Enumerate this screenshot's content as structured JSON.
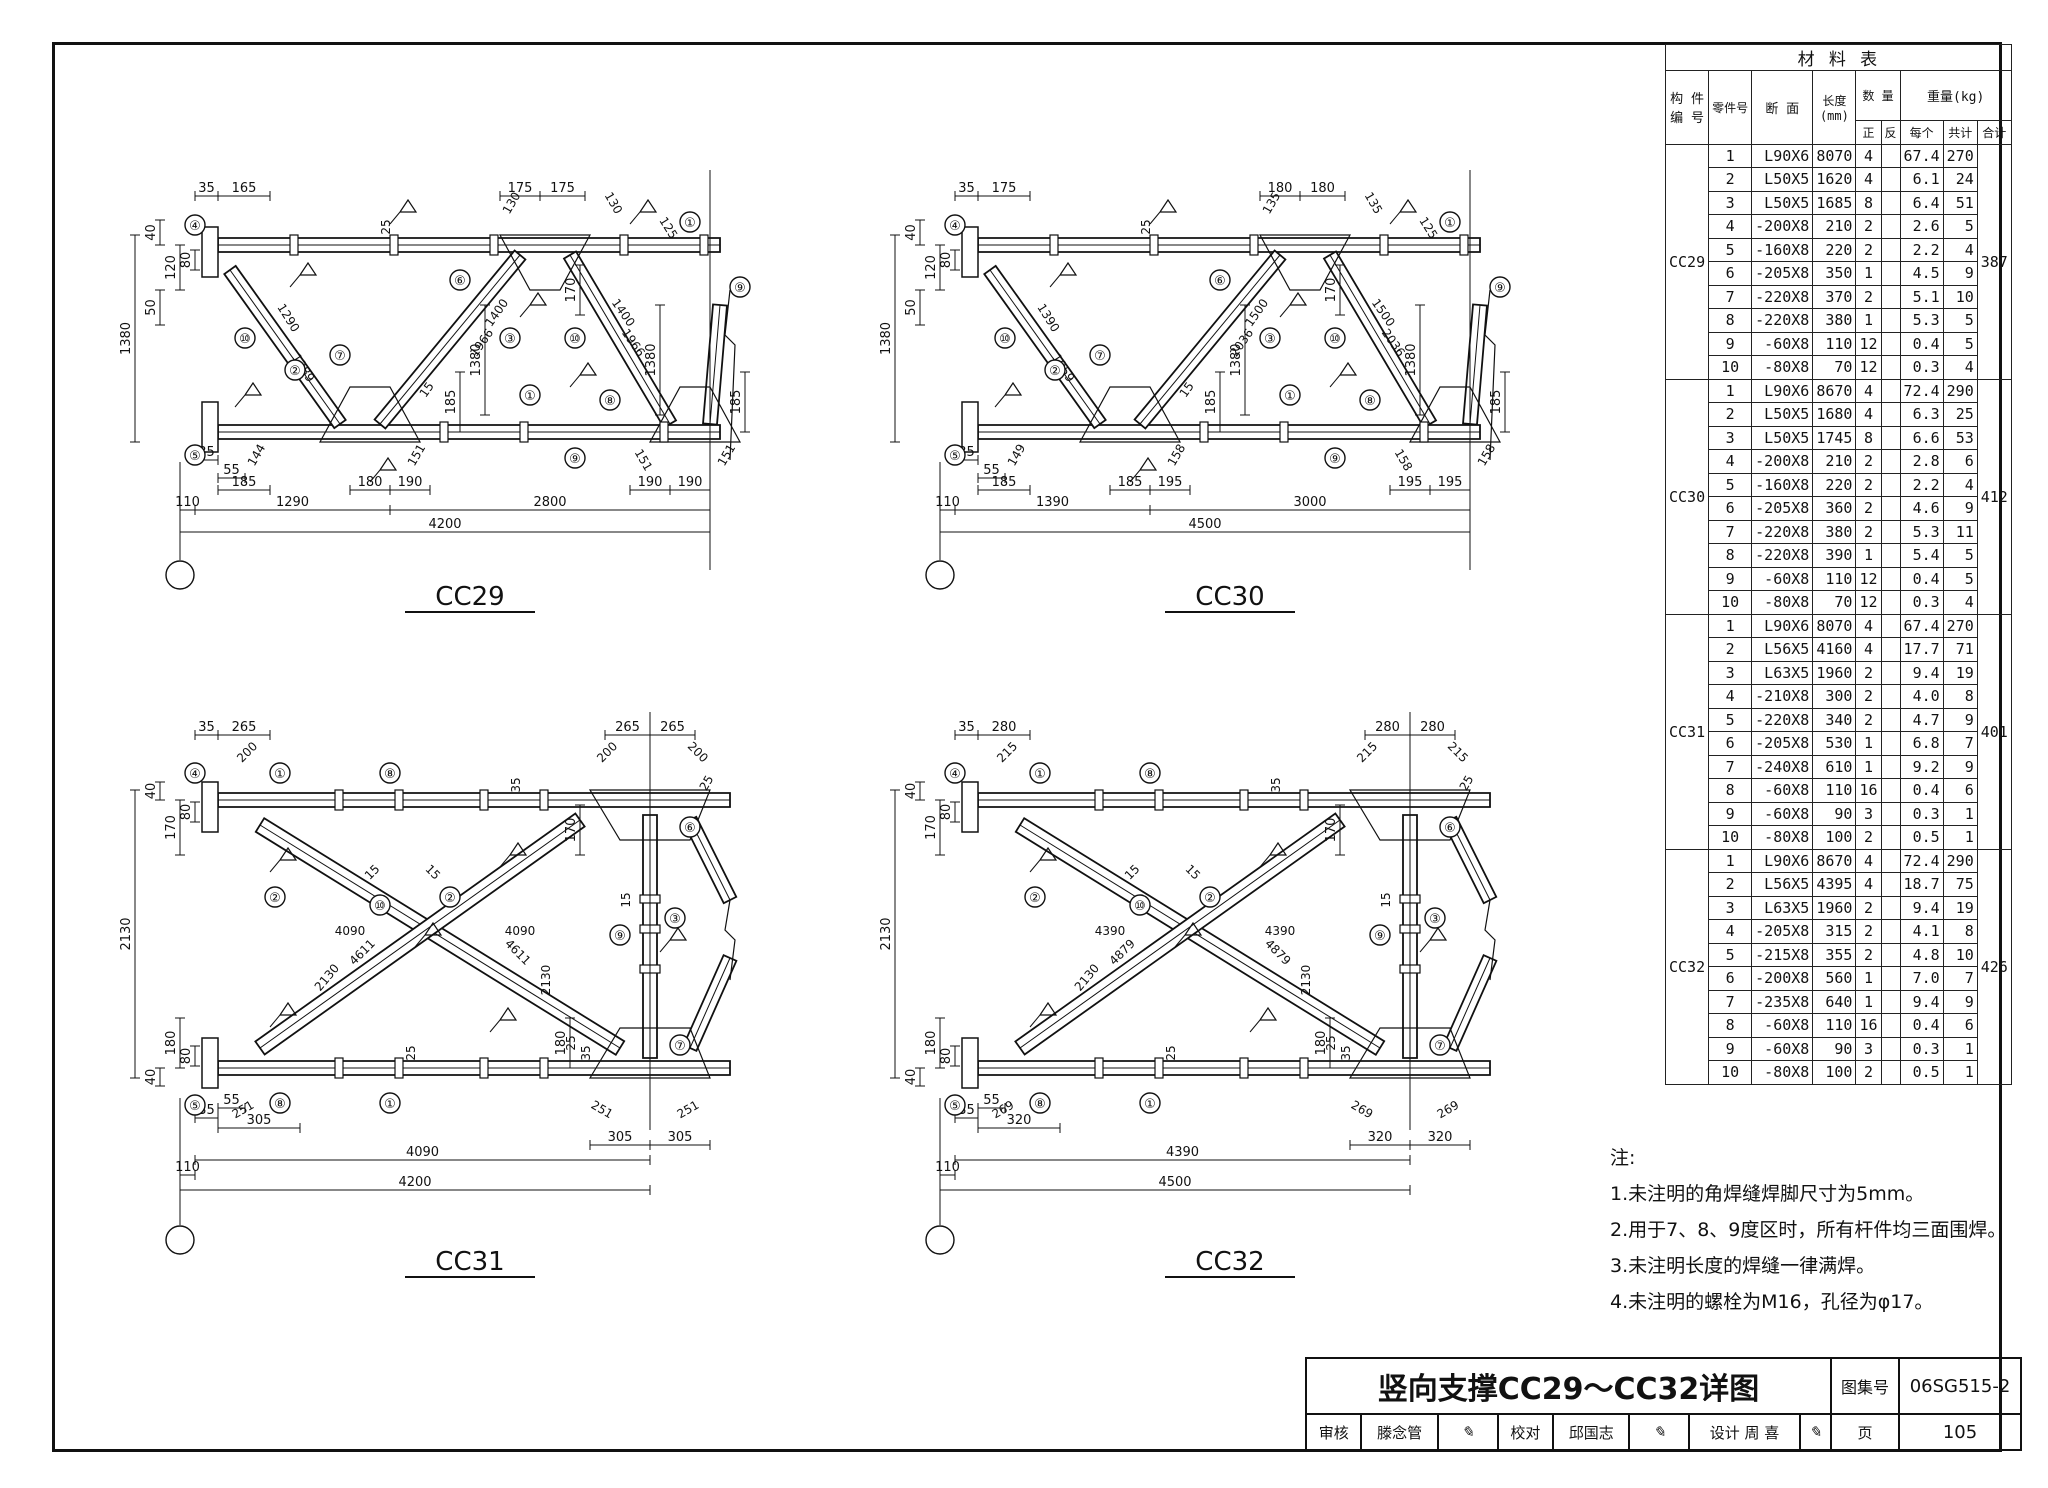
{
  "drawings": [
    {
      "id": "CC29",
      "dims": {
        "a": "35",
        "b": "165",
        "c": "175",
        "d": "175",
        "e": "40",
        "f": "120",
        "g": "50",
        "h": "80",
        "i": "1380",
        "j": "1290",
        "k": "1400",
        "l": "1966",
        "m": "1380",
        "n": "185",
        "o": "55",
        "p": "185",
        "q": "180",
        "r": "190",
        "s": "190",
        "t": "190",
        "u": "110",
        "v": "1290",
        "w": "2800",
        "x": "4200",
        "y": "144",
        "z": "151",
        "aa": "151",
        "bb": "151",
        "cc": "130",
        "dd": "130",
        "ee": "125",
        "ff": "25",
        "gg": "170",
        "hh": "15",
        "ii": "1289"
      }
    },
    {
      "id": "CC30",
      "dims": {
        "a": "35",
        "b": "175",
        "c": "180",
        "d": "180",
        "e": "40",
        "f": "120",
        "g": "50",
        "h": "80",
        "i": "1380",
        "j": "1390",
        "k": "1500",
        "l": "2036",
        "m": "1380",
        "n": "185",
        "o": "55",
        "p": "185",
        "q": "185",
        "r": "195",
        "s": "195",
        "t": "195",
        "u": "110",
        "v": "1390",
        "w": "3000",
        "x": "4500",
        "y": "149",
        "z": "158",
        "aa": "158",
        "bb": "158",
        "cc": "135",
        "dd": "135",
        "ee": "125",
        "ff": "25",
        "gg": "170",
        "hh": "15",
        "ii": "1959"
      }
    },
    {
      "id": "CC31",
      "dims": {
        "a": "35",
        "b": "265",
        "c": "265",
        "d": "265",
        "e": "40",
        "f": "170",
        "g": "80",
        "h": "2130",
        "i": "4090",
        "j": "4611",
        "k": "180",
        "l": "55",
        "m": "305",
        "n": "305",
        "o": "305",
        "p": "110",
        "q": "4090",
        "r": "4200",
        "s": "200",
        "t": "251",
        "u": "15",
        "v": "25",
        "w": "35"
      }
    },
    {
      "id": "CC32",
      "dims": {
        "a": "35",
        "b": "280",
        "c": "280",
        "d": "280",
        "e": "40",
        "f": "170",
        "g": "80",
        "h": "2130",
        "i": "4390",
        "j": "4879",
        "k": "180",
        "l": "55",
        "m": "320",
        "n": "320",
        "o": "320",
        "p": "110",
        "q": "4390",
        "r": "4500",
        "s": "215",
        "t": "269",
        "u": "15",
        "v": "25",
        "w": "35"
      }
    }
  ],
  "labels": {
    "cc29": "CC29",
    "cc30": "CC30",
    "cc31": "CC31",
    "cc32": "CC32"
  },
  "table": {
    "title": "材    料    表",
    "headers": {
      "member": "构 件\n编 号",
      "part": "零件号",
      "section": "断 面",
      "length": "长度",
      "length_unit": "(mm)",
      "qty": "数 量",
      "qty_pos": "正",
      "qty_neg": "反",
      "weight": "重量(kg)",
      "w_each": "每个",
      "w_total": "共计",
      "w_sum": "合计"
    },
    "groups": [
      {
        "member": "CC29",
        "sum": "387",
        "rows": [
          [
            "1",
            "L90X6",
            "8070",
            "4",
            "",
            "67.4",
            "270"
          ],
          [
            "2",
            "L50X5",
            "1620",
            "4",
            "",
            "6.1",
            "24"
          ],
          [
            "3",
            "L50X5",
            "1685",
            "8",
            "",
            "6.4",
            "51"
          ],
          [
            "4",
            "-200X8",
            "210",
            "2",
            "",
            "2.6",
            "5"
          ],
          [
            "5",
            "-160X8",
            "220",
            "2",
            "",
            "2.2",
            "4"
          ],
          [
            "6",
            "-205X8",
            "350",
            "1",
            "",
            "4.5",
            "9"
          ],
          [
            "7",
            "-220X8",
            "370",
            "2",
            "",
            "5.1",
            "10"
          ],
          [
            "8",
            "-220X8",
            "380",
            "1",
            "",
            "5.3",
            "5"
          ],
          [
            "9",
            "-60X8",
            "110",
            "12",
            "",
            "0.4",
            "5"
          ],
          [
            "10",
            "-80X8",
            "70",
            "12",
            "",
            "0.3",
            "4"
          ]
        ]
      },
      {
        "member": "CC30",
        "sum": "412",
        "rows": [
          [
            "1",
            "L90X6",
            "8670",
            "4",
            "",
            "72.4",
            "290"
          ],
          [
            "2",
            "L50X5",
            "1680",
            "4",
            "",
            "6.3",
            "25"
          ],
          [
            "3",
            "L50X5",
            "1745",
            "8",
            "",
            "6.6",
            "53"
          ],
          [
            "4",
            "-200X8",
            "210",
            "2",
            "",
            "2.8",
            "6"
          ],
          [
            "5",
            "-160X8",
            "220",
            "2",
            "",
            "2.2",
            "4"
          ],
          [
            "6",
            "-205X8",
            "360",
            "2",
            "",
            "4.6",
            "9"
          ],
          [
            "7",
            "-220X8",
            "380",
            "2",
            "",
            "5.3",
            "11"
          ],
          [
            "8",
            "-220X8",
            "390",
            "1",
            "",
            "5.4",
            "5"
          ],
          [
            "9",
            "-60X8",
            "110",
            "12",
            "",
            "0.4",
            "5"
          ],
          [
            "10",
            "-80X8",
            "70",
            "12",
            "",
            "0.3",
            "4"
          ]
        ]
      },
      {
        "member": "CC31",
        "sum": "401",
        "rows": [
          [
            "1",
            "L90X6",
            "8070",
            "4",
            "",
            "67.4",
            "270"
          ],
          [
            "2",
            "L56X5",
            "4160",
            "4",
            "",
            "17.7",
            "71"
          ],
          [
            "3",
            "L63X5",
            "1960",
            "2",
            "",
            "9.4",
            "19"
          ],
          [
            "4",
            "-210X8",
            "300",
            "2",
            "",
            "4.0",
            "8"
          ],
          [
            "5",
            "-220X8",
            "340",
            "2",
            "",
            "4.7",
            "9"
          ],
          [
            "6",
            "-205X8",
            "530",
            "1",
            "",
            "6.8",
            "7"
          ],
          [
            "7",
            "-240X8",
            "610",
            "1",
            "",
            "9.2",
            "9"
          ],
          [
            "8",
            "-60X8",
            "110",
            "16",
            "",
            "0.4",
            "6"
          ],
          [
            "9",
            "-60X8",
            "90",
            "3",
            "",
            "0.3",
            "1"
          ],
          [
            "10",
            "-80X8",
            "100",
            "2",
            "",
            "0.5",
            "1"
          ]
        ]
      },
      {
        "member": "CC32",
        "sum": "426",
        "rows": [
          [
            "1",
            "L90X6",
            "8670",
            "4",
            "",
            "72.4",
            "290"
          ],
          [
            "2",
            "L56X5",
            "4395",
            "4",
            "",
            "18.7",
            "75"
          ],
          [
            "3",
            "L63X5",
            "1960",
            "2",
            "",
            "9.4",
            "19"
          ],
          [
            "4",
            "-205X8",
            "315",
            "2",
            "",
            "4.1",
            "8"
          ],
          [
            "5",
            "-215X8",
            "355",
            "2",
            "",
            "4.8",
            "10"
          ],
          [
            "6",
            "-200X8",
            "560",
            "1",
            "",
            "7.0",
            "7"
          ],
          [
            "7",
            "-235X8",
            "640",
            "1",
            "",
            "9.4",
            "9"
          ],
          [
            "8",
            "-60X8",
            "110",
            "16",
            "",
            "0.4",
            "6"
          ],
          [
            "9",
            "-60X8",
            "90",
            "3",
            "",
            "0.3",
            "1"
          ],
          [
            "10",
            "-80X8",
            "100",
            "2",
            "",
            "0.5",
            "1"
          ]
        ]
      }
    ]
  },
  "notes": {
    "title": "注:",
    "items": [
      "1.未注明的角焊缝焊脚尺寸为5mm。",
      "2.用于7、8、9度区时，所有杆件均三面围焊。",
      "3.未注明长度的焊缝一律满焊。",
      "4.未注明的螺栓为M16，孔径为φ17。"
    ]
  },
  "titleblock": {
    "title": "竖向支撑CC29～CC32详图",
    "atlas_label": "图集号",
    "atlas_no": "06SG515-2",
    "review_label": "审核",
    "reviewer": "滕念管",
    "check_label": "校对",
    "checker": "邱国志",
    "design_label": "设计",
    "designer": "周 喜",
    "page_label": "页",
    "page_no": "105"
  },
  "colors": {
    "ink": "#111111",
    "paper": "#ffffff"
  }
}
